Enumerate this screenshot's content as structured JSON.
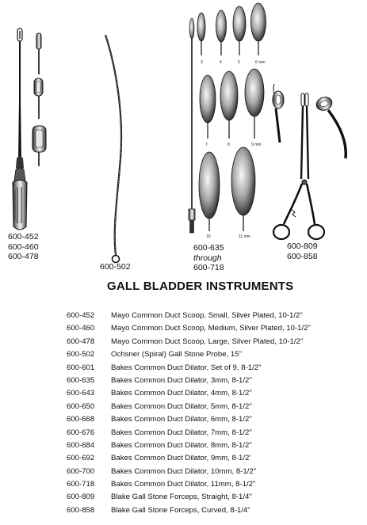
{
  "heading": "GALL BLADDER INSTRUMENTS",
  "figure_labels": {
    "scoops": [
      "600-452",
      "600-460",
      "600-478"
    ],
    "probe": [
      "600-502"
    ],
    "dilators": [
      "600-635",
      "through",
      "600-718"
    ],
    "forceps": [
      "600-809",
      "600-858"
    ]
  },
  "dilator_size_labels": [
    "3",
    "4",
    "5",
    "6 mm",
    "7",
    "8",
    "9 mm",
    "10",
    "11 mm"
  ],
  "items": [
    {
      "number": "600-452",
      "description": "Mayo Common Duct Scoop, Small, Silver Plated, 10-1/2\""
    },
    {
      "number": "600-460",
      "description": "Mayo Common Duct Scoop, Medium, Silver Plated, 10-1/2\""
    },
    {
      "number": "600-478",
      "description": "Mayo Common Duct Scoop, Large, Silver Plated, 10-1/2\""
    },
    {
      "number": "600-502",
      "description": "Ochsner (Spiral) Gall Stone Probe, 15\""
    },
    {
      "number": "600-601",
      "description": "Bakes Common Duct Dilator, Set of 9, 8-1/2\""
    },
    {
      "number": "600-635",
      "description": "Bakes Common Duct Dilator, 3mm, 8-1/2\""
    },
    {
      "number": "600-643",
      "description": "Bakes Common Duct Dilator, 4mm, 8-1/2\""
    },
    {
      "number": "600-650",
      "description": "Bakes Common Duct Dilator, 5mm, 8-1/2\""
    },
    {
      "number": "600-668",
      "description": "Bakes Common Duct Dilator, 6mm, 8-1/2\""
    },
    {
      "number": "600-676",
      "description": "Bakes Common Duct Dilator, 7mm, 8-1/2\""
    },
    {
      "number": "600-684",
      "description": "Bakes Common Duct Dilator, 8mm, 8-1/2\""
    },
    {
      "number": "600-692",
      "description": "Bakes Common Duct Dilator, 9mm, 8-1/2'"
    },
    {
      "number": "600-700",
      "description": "Bakes Common Duct Dilator, 10mm, 8-1/2\""
    },
    {
      "number": "600-718",
      "description": "Bakes Common Duct Dilator, 11mm, 8-1/2\""
    },
    {
      "number": "600-809",
      "description": "Blake Gall Stone Forceps, Straight, 8-1/4\""
    },
    {
      "number": "600-858",
      "description": "Blake Gall Stone Forceps, Curved, 8-1/4\""
    }
  ]
}
